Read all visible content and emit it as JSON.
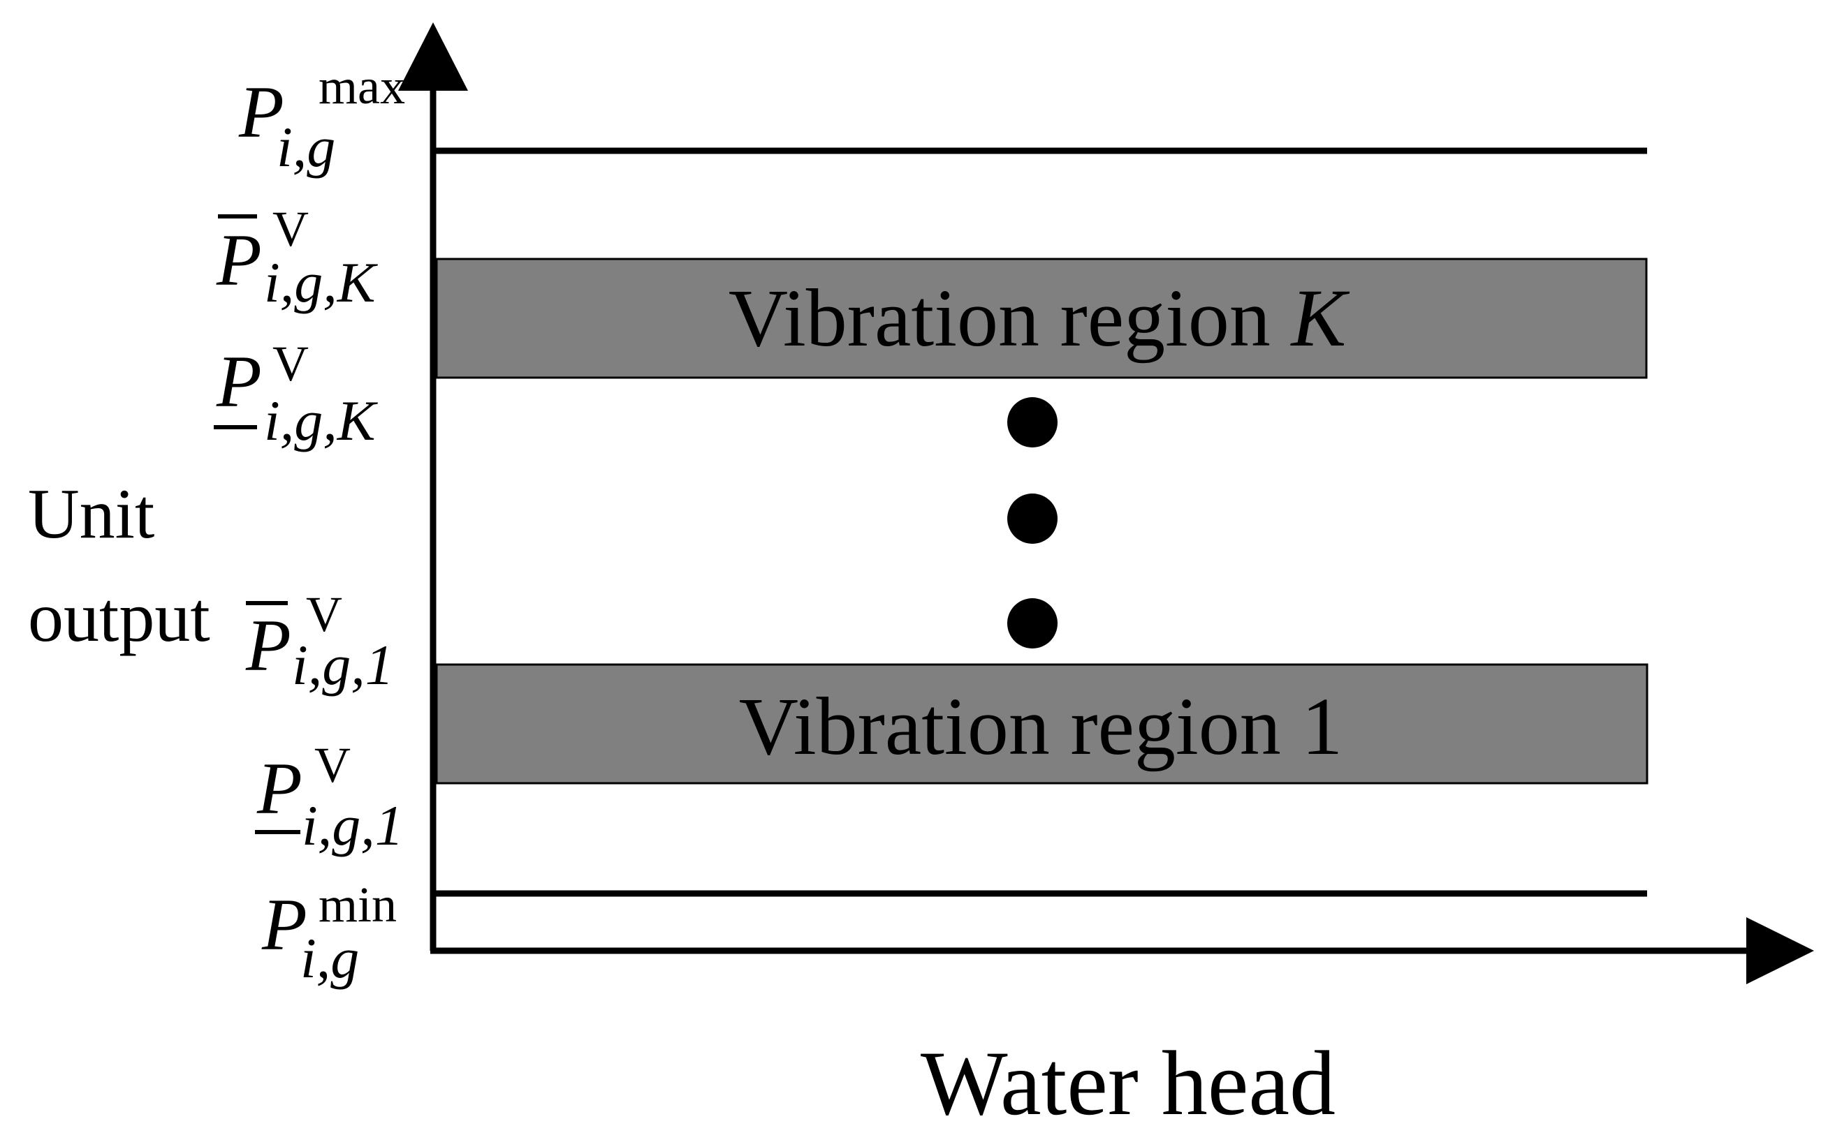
{
  "axis": {
    "y_label_line1": "Unit",
    "y_label_line2": "output",
    "x_label": "Water head"
  },
  "levels": {
    "p_max": {
      "base": "P",
      "sub": "i,g",
      "sup": "max",
      "bar": "none"
    },
    "p_upper_k": {
      "base": "P",
      "sub": "i,g,K",
      "sup": "V",
      "bar": "over"
    },
    "p_lower_k": {
      "base": "P",
      "sub": "i,g,K",
      "sup": "V",
      "bar": "under"
    },
    "p_upper_1": {
      "base": "P",
      "sub": "i,g,1",
      "sup": "V",
      "bar": "over"
    },
    "p_lower_1": {
      "base": "P",
      "sub": "i,g,1",
      "sup": "V",
      "bar": "under"
    },
    "p_min": {
      "base": "P",
      "sub": "i,g",
      "sup": "min",
      "bar": "none"
    }
  },
  "regions": {
    "region_k": {
      "text": "Vibration region ",
      "index": "K"
    },
    "region_1": {
      "text": "Vibration region 1",
      "index": ""
    }
  },
  "colors": {
    "region_fill": "#808080",
    "line": "#000000"
  }
}
